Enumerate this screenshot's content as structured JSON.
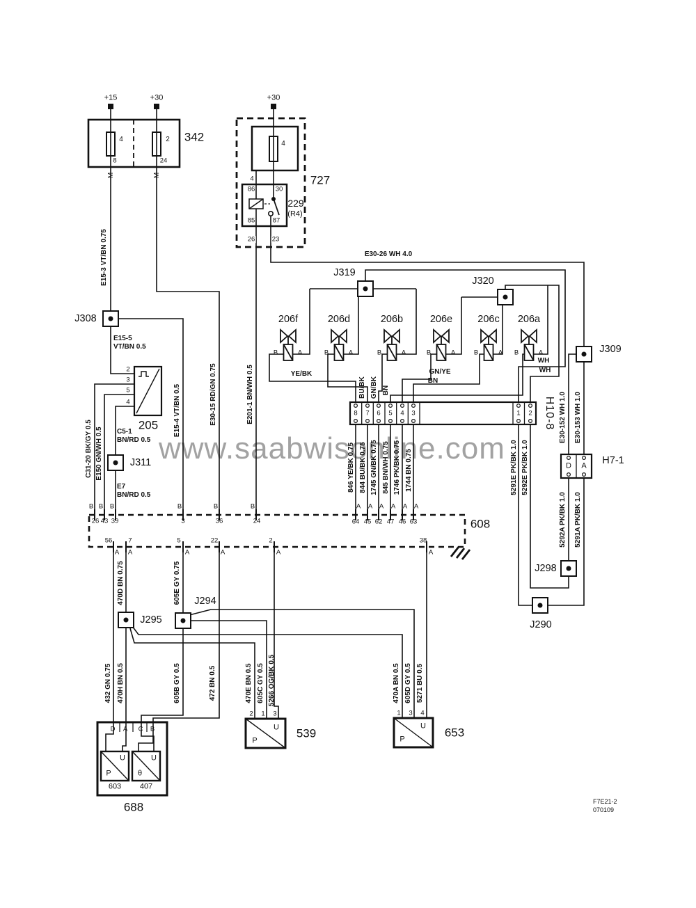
{
  "watermark": "www.saabwisonline.com",
  "doc_ref": {
    "line1": "F7E21-2",
    "line2": "070109"
  },
  "colors": {
    "line": "#111111",
    "watermark": "#8b8b8b",
    "background": "#ffffff"
  },
  "t": {
    "plus15": "+15",
    "plus30": "+30",
    "u342": "342",
    "u727": "727",
    "u205": "205",
    "u229": "229",
    "uR4": "(R4)",
    "u608": "608",
    "u688": "688",
    "u539": "539",
    "u653": "653",
    "u603": "603",
    "u407": "407",
    "h10_8": "H10-8",
    "h7_1": "H7-1",
    "j308": "J308",
    "j311": "J311",
    "j319": "J319",
    "j320": "J320",
    "j309": "J309",
    "j298": "J298",
    "j290": "J290",
    "j294": "J294",
    "j295": "J295",
    "M": "M",
    "A": "A",
    "B": "B",
    "C": "C",
    "D": "D",
    "U": "U",
    "P": "P",
    "theta": "θ",
    "n1": "1",
    "n2": "2",
    "n3": "3",
    "n4": "4",
    "n5": "5",
    "n6": "6",
    "n7": "7",
    "n8": "8",
    "n22": "22",
    "n23": "23",
    "n24": "24",
    "n26": "26",
    "n30": "30",
    "n36": "36",
    "n38": "38",
    "n39": "39",
    "n43": "43",
    "n45": "45",
    "n46": "46",
    "n47": "47",
    "n56": "56",
    "n62": "62",
    "n63": "63",
    "n64": "64",
    "n85": "85",
    "n86": "86",
    "n87": "87",
    "inj_f": "206f",
    "inj_d": "206d",
    "inj_b": "206b",
    "inj_e": "206e",
    "inj_c": "206c",
    "inj_a": "206a",
    "w_e30_26": "E30-26   WH   4.0",
    "w_e15_3": "E15-3  VT/BN  0.75",
    "w_e15_5a": "E15-5",
    "w_e15_5b": "VT/BN  0.5",
    "w_c5_1a": "C5-1",
    "w_c5_1b": "BN/RD 0.5",
    "w_e7a": "E7",
    "w_e7b": "BN/RD  0.5",
    "w_c31_20": "C31-20  BK/GY  0.5",
    "w_e150": "E150  GN/WH  0.5",
    "w_e15_4": "E15-4  VT/BN  0.5",
    "w_e30_15": "E30-15  RD/GN  0.75",
    "w_e201_1": "E201-1  BN/WH  0.5",
    "w_ye_bk": "YE/BK",
    "w_gn_ye": "GN/YE",
    "w_bn": "BN",
    "w_bu_bk": "BU/BK",
    "w_gn_bk": "GN/BK",
    "w_wh": "WH",
    "w846": "846  YE/BK  0.75",
    "w844": "844  BU/BK  0.75",
    "w1745": "1745  GN/BK  0.75",
    "w845": "845  BN/WH  0.75",
    "w1746": "1746  PK/BK  0.75",
    "w1744": "1744  BN  0.75",
    "w5291e": "5291E  PK/BK  1.0",
    "w5292e": "5292E  PK/BK  1.0",
    "w_e30_152": "E30-152  WH  1.0",
    "w_e30_153": "E30-153  WH  1.0",
    "w5292a": "5292A  PK/BK  1.0",
    "w5291a": "5291A  PK/BK  1.0",
    "w470d": "470D  BN  0.75",
    "w605e": "605E  GY  0.75",
    "w432": "432  GN  0.75",
    "w470h": "470H  BN  0.5",
    "w605b": "605B  GY  0.5",
    "w472": "472  BN  0.5",
    "w470e": "470E  BN  0.5",
    "w605c": "605C  GY  0.5",
    "w5266": "5266  OG/BK  0.5",
    "w470a": "470A  BN  0.5",
    "w605d": "605D  GY  0.5",
    "w5271": "5271  BU  0.5"
  }
}
